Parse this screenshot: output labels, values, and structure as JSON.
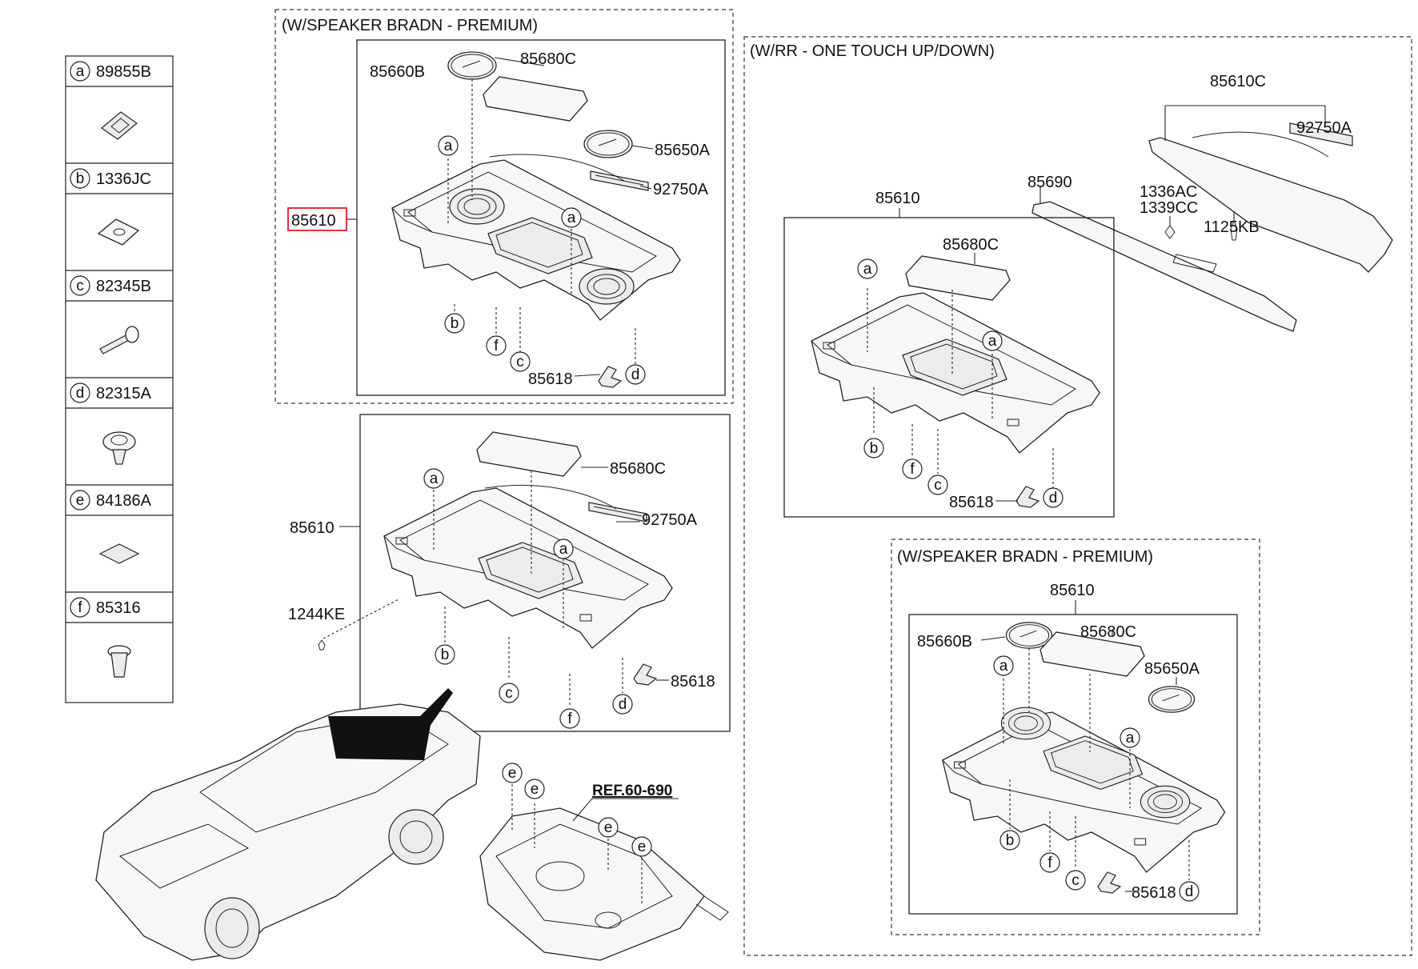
{
  "legend": {
    "items": [
      {
        "letter": "a",
        "part": "89855B",
        "icon": "retainer-clip-icon"
      },
      {
        "letter": "b",
        "part": "1336JC",
        "icon": "nut-clip-icon"
      },
      {
        "letter": "c",
        "part": "82345B",
        "icon": "screw-icon"
      },
      {
        "letter": "d",
        "part": "82315A",
        "icon": "push-clip-icon"
      },
      {
        "letter": "e",
        "part": "84186A",
        "icon": "pad-icon"
      },
      {
        "letter": "f",
        "part": "85316",
        "icon": "fastener-icon"
      }
    ]
  },
  "group_premium_top": {
    "header": "(W/SPEAKER BRADN - PREMIUM)",
    "main_part": "85610",
    "main_part_highlight": "#e01b24",
    "labels": {
      "p85660B": "85660B",
      "p85680C": "85680C",
      "p85650A": "85650A",
      "p92750A": "92750A",
      "p85618": "85618"
    }
  },
  "group_standard": {
    "main_part": "85610",
    "labels": {
      "p85680C": "85680C",
      "p92750A": "92750A",
      "p1244KE": "1244KE",
      "p85618": "85618"
    }
  },
  "group_one_touch": {
    "header": "(W/RR - ONE TOUCH UP/DOWN)",
    "labels": {
      "p85610C": "85610C",
      "p92750A": "92750A",
      "p85690": "85690",
      "p1336AC": "1336AC",
      "p1339CC": "1339CC",
      "p1125KB": "1125KB",
      "p85610": "85610",
      "p85680C": "85680C",
      "p85618": "85618"
    }
  },
  "group_premium_bottom": {
    "header": "(W/SPEAKER BRADN - PREMIUM)",
    "labels": {
      "p85610": "85610",
      "p85660B": "85660B",
      "p85680C": "85680C",
      "p85650A": "85650A",
      "p85618": "85618"
    }
  },
  "reference": {
    "label": "REF.60-690"
  },
  "callout_letters": {
    "a": "a",
    "b": "b",
    "c": "c",
    "d": "d",
    "e": "e",
    "f": "f"
  }
}
